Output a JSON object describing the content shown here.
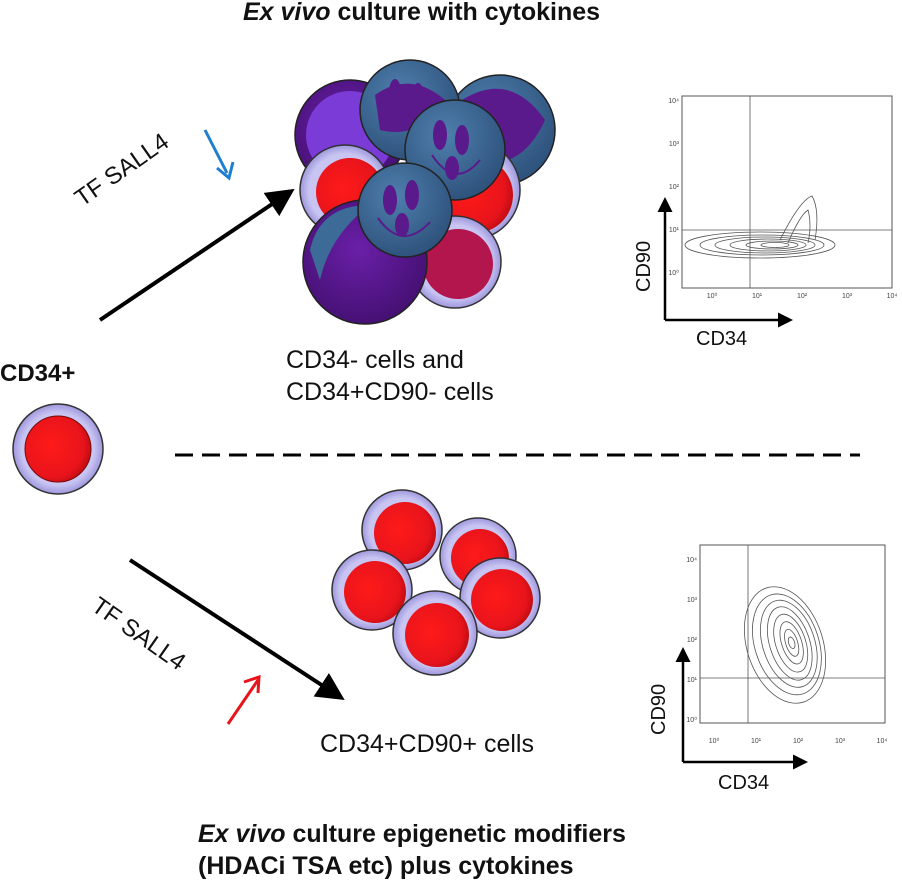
{
  "top_title": {
    "italic": "Ex vivo",
    "rest": " culture with cytokines"
  },
  "bottom_title": {
    "line1_italic": "Ex vivo",
    "line1_rest": " culture epigenetic modifiers",
    "line2": "(HDACi TSA etc) plus cytokines"
  },
  "start_label": "CD34+",
  "top_arrow_label": "TF SALL4",
  "bottom_arrow_label": "TF SALL4",
  "top_caption": {
    "line1": "CD34- cells and",
    "line2": "CD34+CD90- cells"
  },
  "bottom_caption": "CD34+CD90+ cells",
  "top_plot": {
    "x_axis": "CD34",
    "y_axis": "CD90",
    "x_ticks": [
      "10⁰",
      "10¹",
      "10²",
      "10³",
      "10⁴"
    ],
    "y_ticks": [
      "10⁰",
      "10¹",
      "10²",
      "10³",
      "10⁴"
    ]
  },
  "bottom_plot": {
    "x_axis": "CD34",
    "y_axis": "CD90",
    "x_ticks": [
      "10⁰",
      "10¹",
      "10²",
      "10³",
      "10⁴"
    ],
    "y_ticks": [
      "10⁰",
      "10¹",
      "10²",
      "10³",
      "10⁴"
    ]
  },
  "colors": {
    "cell_core": "#e8141b",
    "cell_ring": "#b8b4ec",
    "differentiated": "#3d6b97",
    "purple": "#5a1a8c",
    "arrow_down": "#1f7fcf",
    "arrow_up": "#e8141b",
    "line": "#000000"
  },
  "icons": {
    "top_indicator": "down-arrow-icon",
    "bottom_indicator": "up-arrow-icon"
  }
}
